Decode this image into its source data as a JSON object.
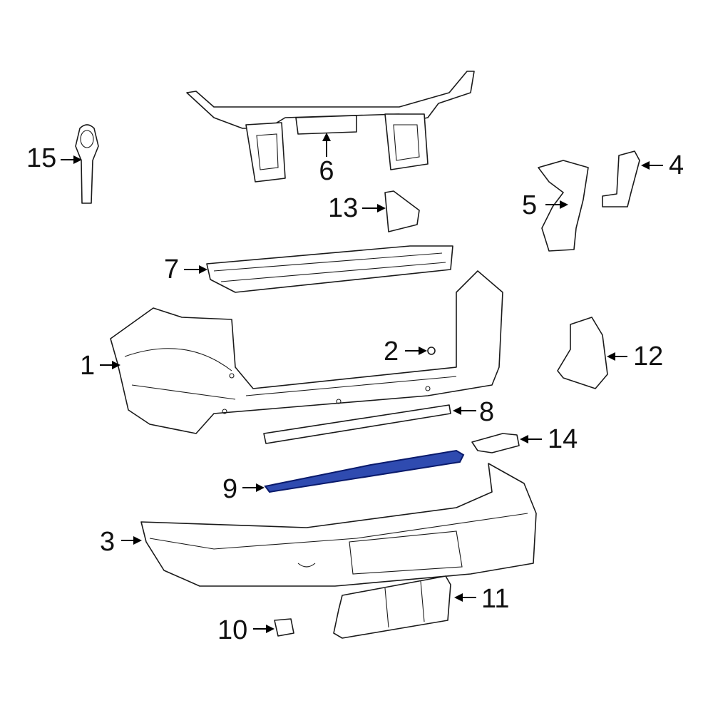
{
  "diagram": {
    "highlighted_part": "9",
    "highlight_color": "#2f4bb0",
    "callouts": [
      "1",
      "2",
      "3",
      "4",
      "5",
      "6",
      "7",
      "8",
      "9",
      "10",
      "11",
      "12",
      "13",
      "14",
      "15"
    ]
  }
}
